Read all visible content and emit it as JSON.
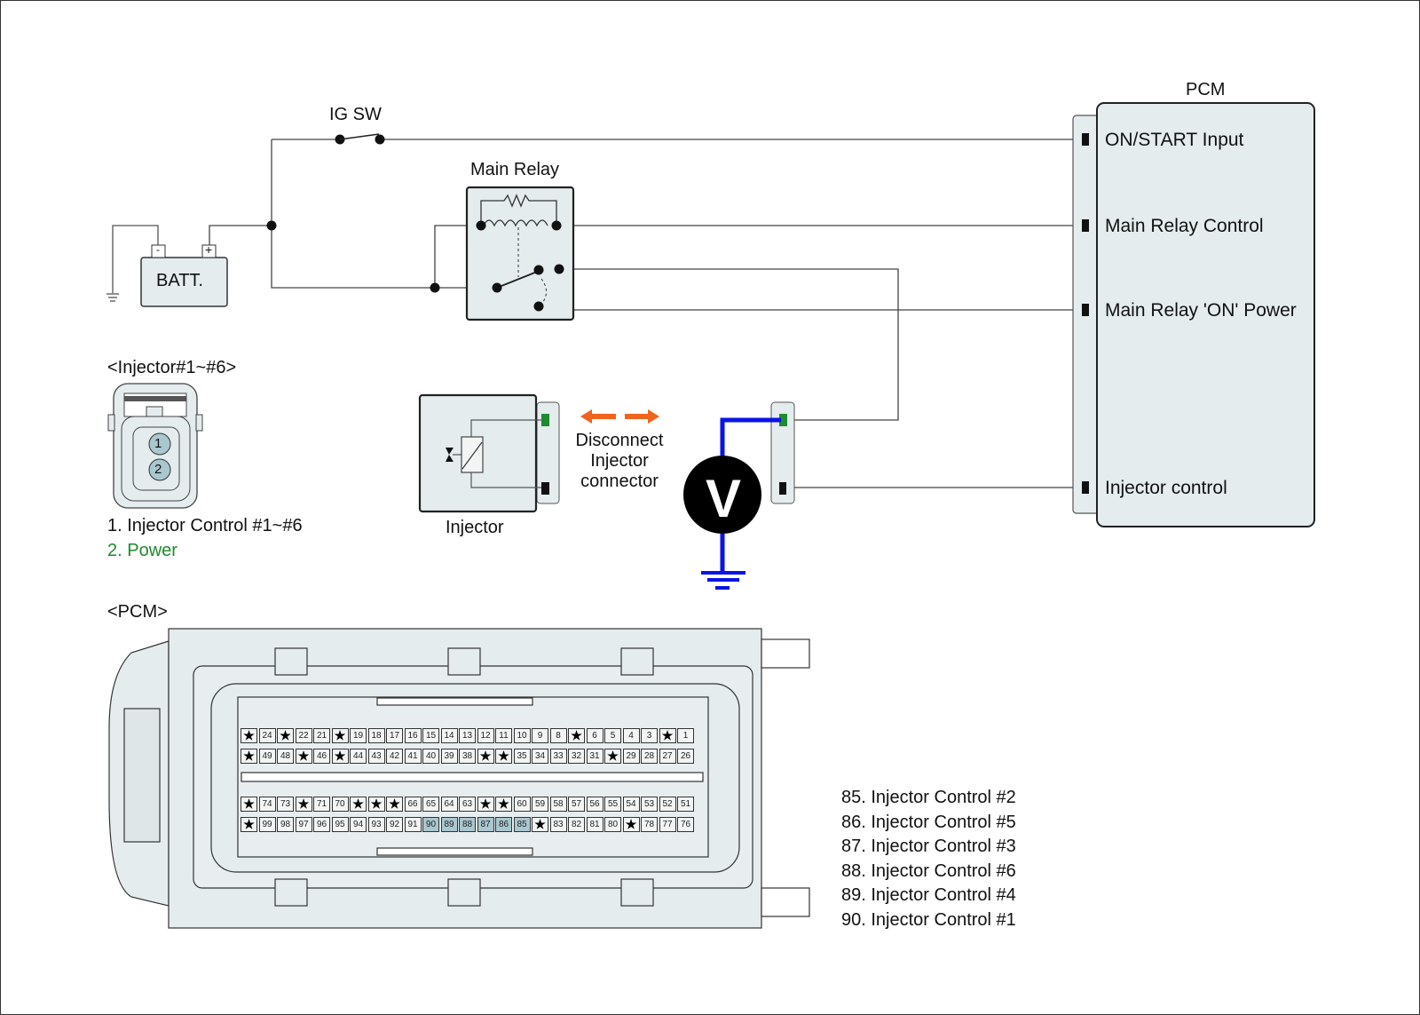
{
  "title": "Injector Power Circuit Inspection Diagram",
  "components": {
    "ig_switch": "IG SW",
    "battery": "BATT.",
    "battery_neg": "-",
    "battery_pos": "+",
    "main_relay": "Main Relay",
    "pcm_block_title": "PCM",
    "injector": "Injector",
    "voltmeter": "V",
    "disconnect_note": [
      "Disconnect",
      "Injector",
      "connector"
    ]
  },
  "pcm_terminals": [
    {
      "label": "ON/START Input"
    },
    {
      "label": "Main Relay Control"
    },
    {
      "label": "Main Relay 'ON' Power"
    },
    {
      "label": "Injector control"
    }
  ],
  "injector_connector": {
    "title": "<Injector#1~#6>",
    "pins": [
      "1",
      "2"
    ],
    "legend": [
      {
        "text": "1. Injector Control #1~#6",
        "color": "#111111"
      },
      {
        "text": "2. Power",
        "color": "#1f8a2e"
      }
    ]
  },
  "pcm_connector": {
    "title": "<PCM>",
    "rows": [
      [
        "*",
        "24",
        "*",
        "22",
        "21",
        "*",
        "19",
        "18",
        "17",
        "16",
        "15",
        "14",
        "13",
        "12",
        "11",
        "10",
        "9",
        "8",
        "*",
        "6",
        "5",
        "4",
        "3",
        "*",
        "1"
      ],
      [
        "*",
        "49",
        "48",
        "*",
        "46",
        "*",
        "44",
        "43",
        "42",
        "41",
        "40",
        "39",
        "38",
        "*",
        "*",
        "35",
        "34",
        "33",
        "32",
        "31",
        "*",
        "29",
        "28",
        "27",
        "26"
      ],
      [
        "*",
        "74",
        "73",
        "*",
        "71",
        "70",
        "*",
        "*",
        "*",
        "66",
        "65",
        "64",
        "63",
        "*",
        "*",
        "60",
        "59",
        "58",
        "57",
        "56",
        "55",
        "54",
        "53",
        "52",
        "51"
      ],
      [
        "*",
        "99",
        "98",
        "97",
        "96",
        "95",
        "94",
        "93",
        "92",
        "91",
        "90",
        "89",
        "88",
        "87",
        "86",
        "85",
        "*",
        "83",
        "82",
        "81",
        "80",
        "*",
        "78",
        "77",
        "76"
      ]
    ],
    "highlighted_pins": [
      "85",
      "86",
      "87",
      "88",
      "89",
      "90"
    ],
    "pin_legend": [
      "85. Injector Control  #2",
      "86. Injector Control  #5",
      "87. Injector Control  #3",
      "88. Injector Control  #6",
      "89. Injector Control  #4",
      "90. Injector Control  #1"
    ]
  },
  "colors": {
    "component_fill": "#e4ecee",
    "wire": "#333333",
    "meter_lead": "#0a14e6",
    "power_pin": "#1f8a2e",
    "arrow": "#f0641e",
    "highlight_pin": "#a9c7cf"
  }
}
